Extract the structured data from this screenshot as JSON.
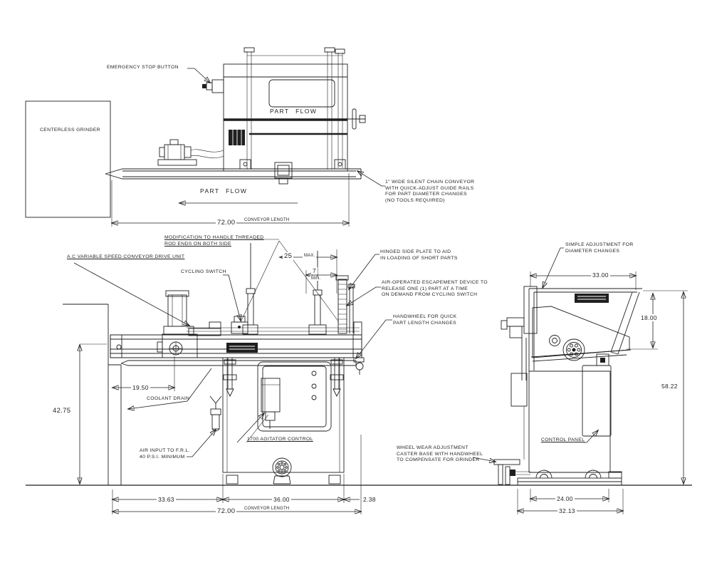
{
  "drawing": {
    "background": "#ffffff",
    "line_color": "#1f1f1f",
    "top_view": {
      "emergency_stop": "EMERGENCY STOP BUTTON",
      "centerless_grinder": "CENTERLESS GRINDER",
      "part_flow_machine": "PART FLOW",
      "part_flow_conveyor": "PART FLOW",
      "conveyor_length_value": "72.00",
      "conveyor_length_suffix": "CONVEYOR LENGTH",
      "chain_note": "1\" WIDE SILENT CHAIN CONVEYOR\nWITH QUICK-ADJUST GUIDE RAILS\nFOR PART DIAMETER CHANGES\n(NO TOOLS REQUIRED)"
    },
    "front_view": {
      "modification_note": "MODIFICATION TO HANDLE THREADED\nROD ENDS ON BOTH SIDE",
      "drive_unit": "A.C VARIABLE SPEED CONVEYOR DRIVE UNIT",
      "cycling_switch": "CYCLING SWITCH",
      "dim_part_max": "25",
      "dim_part_max_suffix": "MAX.",
      "dim_part_min": "7",
      "dim_part_min_suffix": "MIN.",
      "hinged_plate_note": "HINGED SIDE PLATE TO AID\nIN LOADING OF SHORT PARTS",
      "escapement_note": "AIR-OPERATED ESCAPEMENT DEVICE TO\nRELEASE ONE (1) PART AT A TIME\nON DEMAND FROM CYCLING SWITCH",
      "handwheel_note": "HANDWHEEL FOR QUICK\nPART LENGTH CHANGES",
      "dim_19_50": "19.50",
      "dim_42_75": "42.75",
      "coolant_drain": "COOLANT DRAIN",
      "air_input_note": "AIR INPUT TO F.R.L.\n40 P.S.I. MINIMUM",
      "agitator_control": "1700 AGITATOR CONTROL",
      "dim_33_63": "33.63",
      "dim_36_00": "36.00",
      "dim_2_38": "2.38",
      "conveyor_length_value": "72.00",
      "conveyor_length_suffix": "CONVEYOR LENGTH"
    },
    "side_view": {
      "simple_adjustment_note": "SIMPLE ADJUSTMENT FOR\nDIAMETER CHANGES",
      "dim_33_00": "33.00",
      "dim_18_00": "18.00",
      "dim_58_22": "58.22",
      "control_panel": "CONTROL PANEL",
      "caster_note": "WHEEL WEAR ADJUSTMENT\nCASTER BASE WITH HANDWHEEL\nTO COMPENSATE FOR GRINDER",
      "dim_24_00": "24.00",
      "dim_32_13": "32.13"
    }
  }
}
